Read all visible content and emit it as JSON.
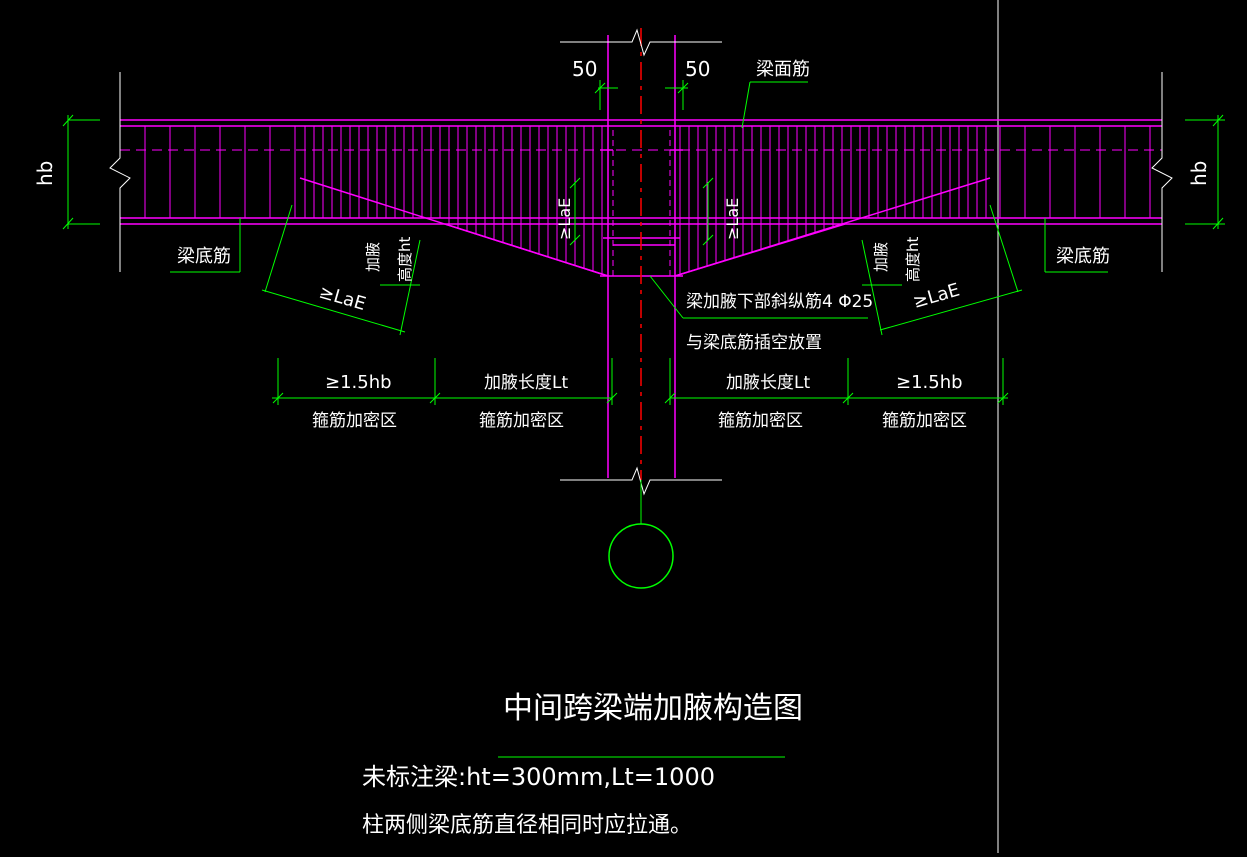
{
  "colors": {
    "background": "#000000",
    "magenta": "#ff00ff",
    "green": "#00ff00",
    "white": "#ffffff",
    "red": "#ff0000",
    "pink": "#ff7fd0"
  },
  "labels": {
    "dim_50_left": "50",
    "dim_50_right": "50",
    "top_bar": "梁面筋",
    "hb_left": "hb",
    "hb_right": "hb",
    "bottom_bar_left": "梁底筋",
    "bottom_bar_right": "梁底筋",
    "lae_left": "≥LaE",
    "lae_right": "≥LaE",
    "lae_inner_left": "≥LaE",
    "lae_inner_right": "≥LaE",
    "haunch_left_a": "加腋",
    "haunch_left_b": "高度ht",
    "haunch_right_a": "加腋",
    "haunch_right_b": "高度ht",
    "diag_bar_line1": "梁加腋下部斜纵筋4 Φ25",
    "diag_bar_line2": "与梁底筋插空放置",
    "dim_15hb_left": "≥1.5hb",
    "dim_lt_left": "加腋长度Lt",
    "dim_lt_right": "加腋长度Lt",
    "dim_15hb_right": "≥1.5hb",
    "zone_1": "箍筋加密区",
    "zone_2": "箍筋加密区",
    "zone_3": "箍筋加密区",
    "zone_4": "箍筋加密区",
    "title": "中间跨梁端加腋构造图",
    "note_1": "未标注梁:ht=300mm,Lt=1000",
    "note_2": "柱两侧梁底筋直径相同时应拉通。"
  }
}
